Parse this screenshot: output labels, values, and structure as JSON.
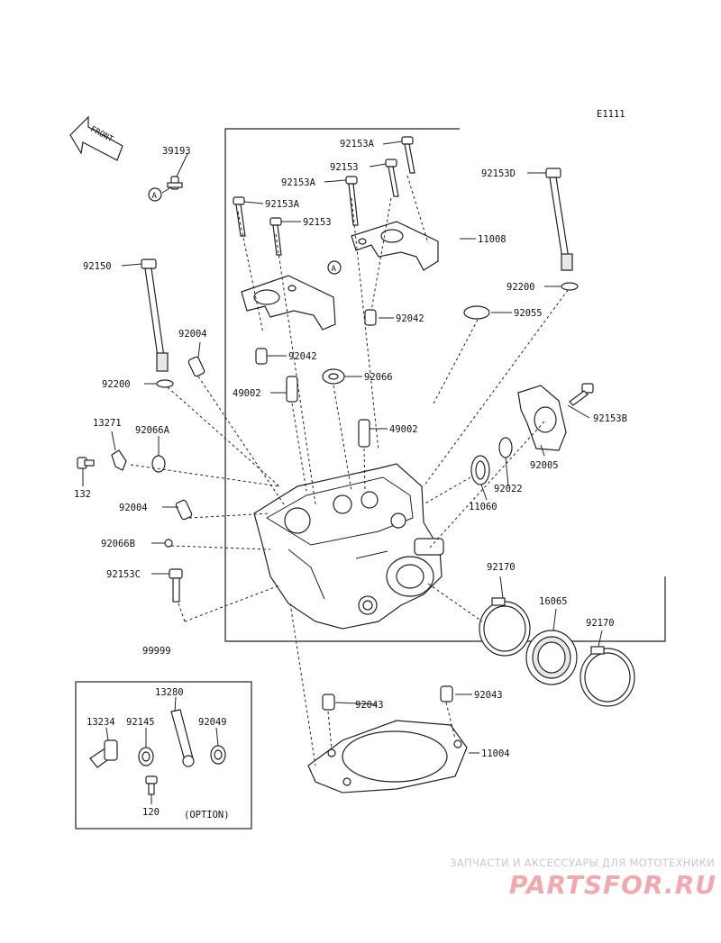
{
  "diagram_id": "E1111",
  "front_label": "FRONT",
  "callouts": {
    "p39193": "39193",
    "p92153A_1": "92153A",
    "p92153_1": "92153",
    "p92153A_2": "92153A",
    "p92153A_3": "92153A",
    "p92153_2": "92153",
    "p92153D": "92153D",
    "p11008": "11008",
    "p92150": "92150",
    "p92200_1": "92200",
    "p92055": "92055",
    "p92042_1": "92042",
    "p92004_1": "92004",
    "p92042_2": "92042",
    "p92066": "92066",
    "p92200_2": "92200",
    "p49002_1": "49002",
    "p92153B": "92153B",
    "p13271": "13271",
    "p92066A": "92066A",
    "p49002_2": "49002",
    "p132": "132",
    "p92022": "92022",
    "p92005": "92005",
    "p92004_2": "92004",
    "p11060": "11060",
    "p92066B": "92066B",
    "p92153C": "92153C",
    "p92170_1": "92170",
    "p16065": "16065",
    "p92170_2": "92170",
    "p99999": "99999",
    "p92043_1": "92043",
    "p92043_2": "92043",
    "p11004": "11004",
    "p13280": "13280",
    "p13234": "13234",
    "p92145": "92145",
    "p92049": "92049",
    "p120": "120"
  },
  "ref_marker": "A",
  "option_label": "(OPTION)",
  "watermark": {
    "tagline": "ЗАПЧАСТИ И АКСЕССУАРЫ ДЛЯ МОТОТЕХНИКИ",
    "logo": "PARTSFOR.RU"
  }
}
